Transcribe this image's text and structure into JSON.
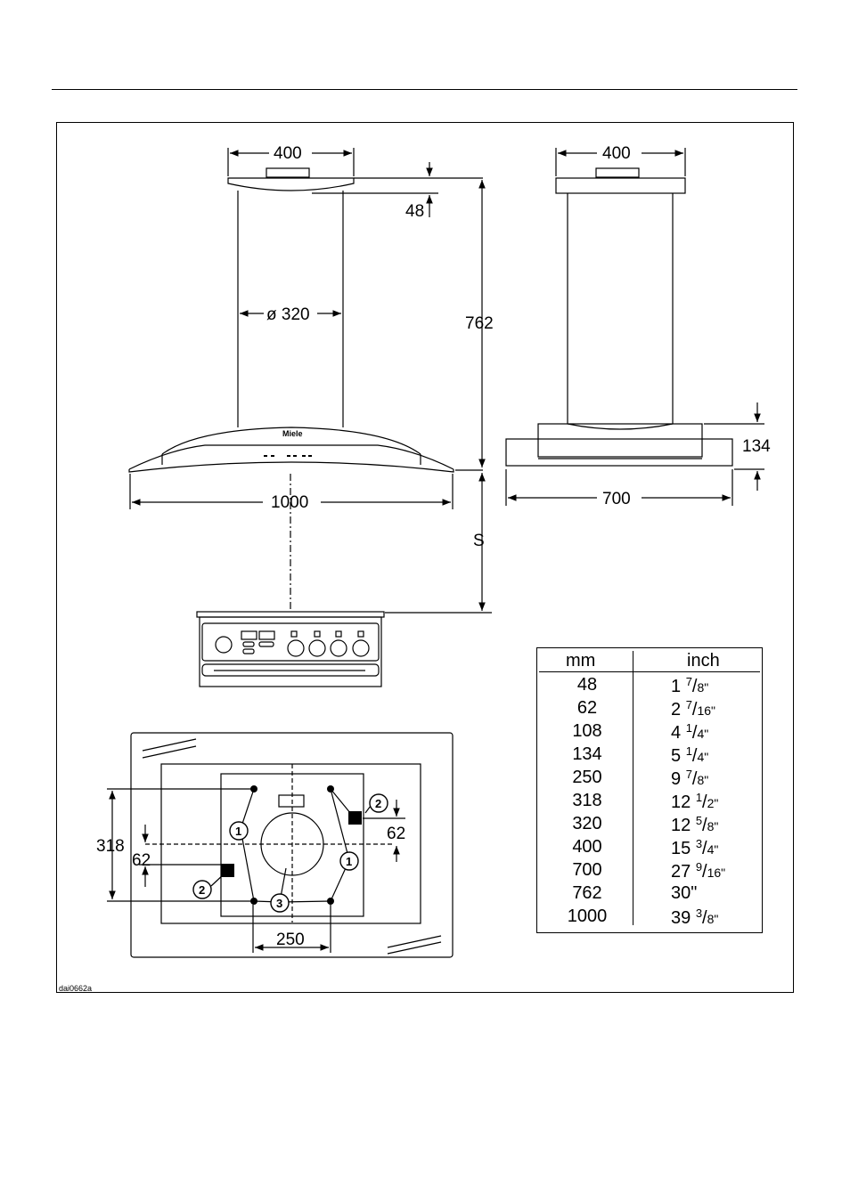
{
  "labels": {
    "top_left_width": "400",
    "top_right_width": "400",
    "dim_48": "48",
    "dim_320": "ø 320",
    "dim_762": "762",
    "dim_1000": "1000",
    "dim_700": "700",
    "dim_134": "134",
    "dim_s": "S",
    "dim_318": "318",
    "dim_62_left": "62",
    "dim_62_right": "62",
    "dim_250": "250",
    "callout_1": "1",
    "callout_2": "2",
    "callout_3": "3",
    "brand": "Miele",
    "figure_id": "dai0662a"
  },
  "table": {
    "header_mm": "mm",
    "header_inch": "inch",
    "rows": [
      {
        "mm": "48",
        "whole": "1",
        "num": "7",
        "den": "8\""
      },
      {
        "mm": "62",
        "whole": "2",
        "num": "7",
        "den": "16\""
      },
      {
        "mm": "108",
        "whole": "4",
        "num": "1",
        "den": "4\""
      },
      {
        "mm": "134",
        "whole": "5",
        "num": "1",
        "den": "4\""
      },
      {
        "mm": "250",
        "whole": "9",
        "num": "7",
        "den": "8\""
      },
      {
        "mm": "318",
        "whole": "12",
        "num": "1",
        "den": "2\""
      },
      {
        "mm": "320",
        "whole": "12",
        "num": "5",
        "den": "8\""
      },
      {
        "mm": "400",
        "whole": "15",
        "num": "3",
        "den": "4\""
      },
      {
        "mm": "700",
        "whole": "27",
        "num": "9",
        "den": "16\""
      },
      {
        "mm": "762",
        "whole": "30\"",
        "num": "",
        "den": ""
      },
      {
        "mm": "1000",
        "whole": "39",
        "num": "3",
        "den": "8\""
      }
    ]
  }
}
